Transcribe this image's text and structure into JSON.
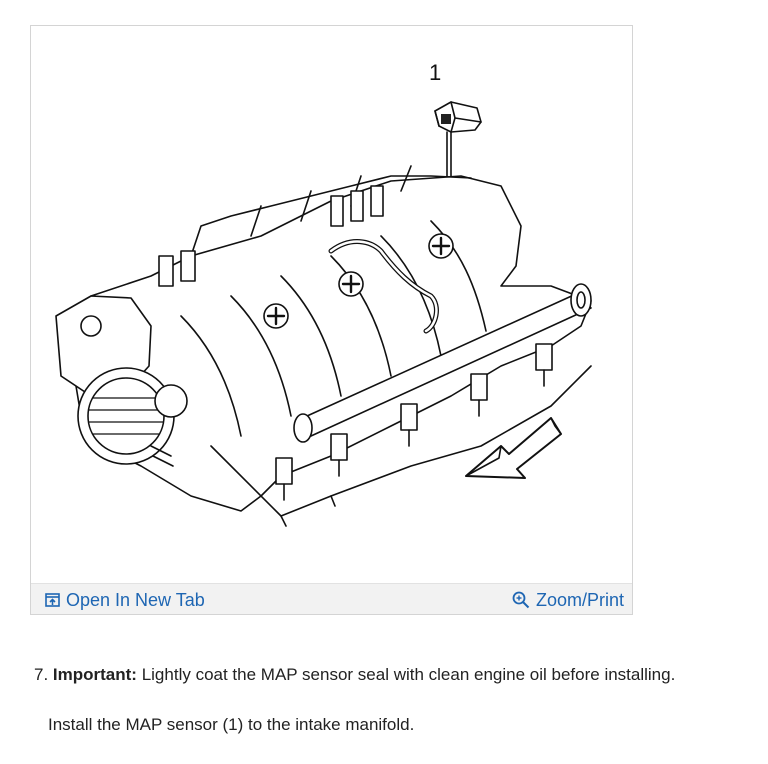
{
  "figure": {
    "callout_label": "1"
  },
  "toolbar": {
    "open_label": "Open In New Tab",
    "zoom_label": "Zoom/Print"
  },
  "instructions": {
    "step_number": "7.",
    "important_label": "Important:",
    "important_text": "Lightly coat the MAP sensor seal with clean engine oil before installing.",
    "action_text": "Install the MAP sensor (1) to the intake manifold."
  },
  "colors": {
    "link": "#1e66b3",
    "toolbar_bg": "#f2f2f2",
    "border": "#d4d4d4"
  }
}
